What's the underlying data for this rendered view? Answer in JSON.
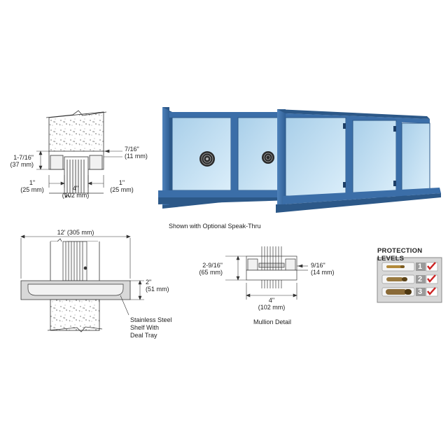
{
  "top_section": {
    "dims": [
      {
        "main": "1-7/16\"",
        "sub": "(37 mm)"
      },
      {
        "main": "7/16\"",
        "sub": "(11 mm)"
      },
      {
        "main": "1\"",
        "sub": "(25 mm)"
      },
      {
        "main": "4\"",
        "sub": "(102 mm)"
      },
      {
        "main": "1\"",
        "sub": "(25 mm)"
      }
    ]
  },
  "shelf_section": {
    "width": {
      "main": "12' (305 mm)"
    },
    "height": {
      "main": "2\"",
      "sub": "(51 mm)"
    },
    "callout": [
      "Stainless Steel",
      "Shelf With",
      "Deal Tray"
    ]
  },
  "elevation": {
    "caption": "Shown with Optional Speak-Thru"
  },
  "mullion": {
    "left": {
      "main": "2-9/16\"",
      "sub": "(65 mm)"
    },
    "right": {
      "main": "9/16\"",
      "sub": "(14 mm)"
    },
    "width": {
      "main": "4\"",
      "sub": "(102 mm)"
    },
    "caption": "Mullion Detail"
  },
  "protection": {
    "title": "PROTECTION LEVELS",
    "levels": [
      "1",
      "2",
      "3"
    ]
  },
  "colors": {
    "frame": "#3b6ea8",
    "frame_dark": "#2c5888",
    "glass": "#c9e2f4",
    "check": "#cc2222"
  }
}
